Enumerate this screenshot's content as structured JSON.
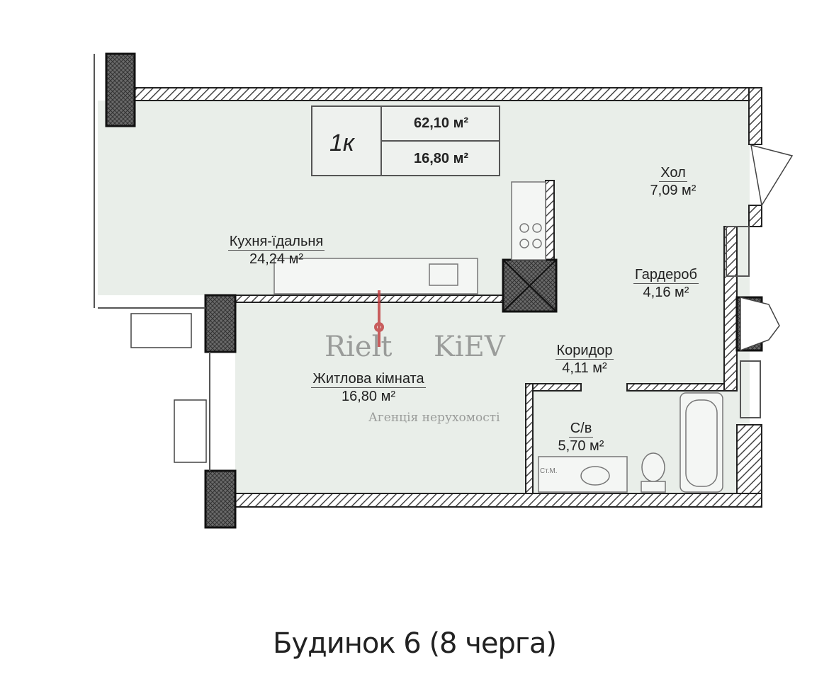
{
  "summary": {
    "type": "1к",
    "total_area": "62,10 м²",
    "living_area": "16,80 м²"
  },
  "rooms": [
    {
      "name": "Кухня-їдальня",
      "area": "24,24 м²"
    },
    {
      "name": "Хол",
      "area": "7,09 м²"
    },
    {
      "name": "Гардероб",
      "area": "4,16 м²"
    },
    {
      "name": "Коридор",
      "area": "4,11 м²"
    },
    {
      "name": "Житлова кімната",
      "area": "16,80 м²"
    },
    {
      "name": "С/в",
      "area": "5,70 м²"
    }
  ],
  "fixtures": {
    "washer": "Ст.М."
  },
  "watermark": {
    "brand_left": "Rielt",
    "brand_right": "KiEV",
    "tagline": "Агенція нерухомості"
  },
  "caption": "Будинок 6 (8 черга)",
  "colors": {
    "floor": "#e9eee9",
    "wall": "#2a2a2a",
    "accent": "#c0393b"
  }
}
